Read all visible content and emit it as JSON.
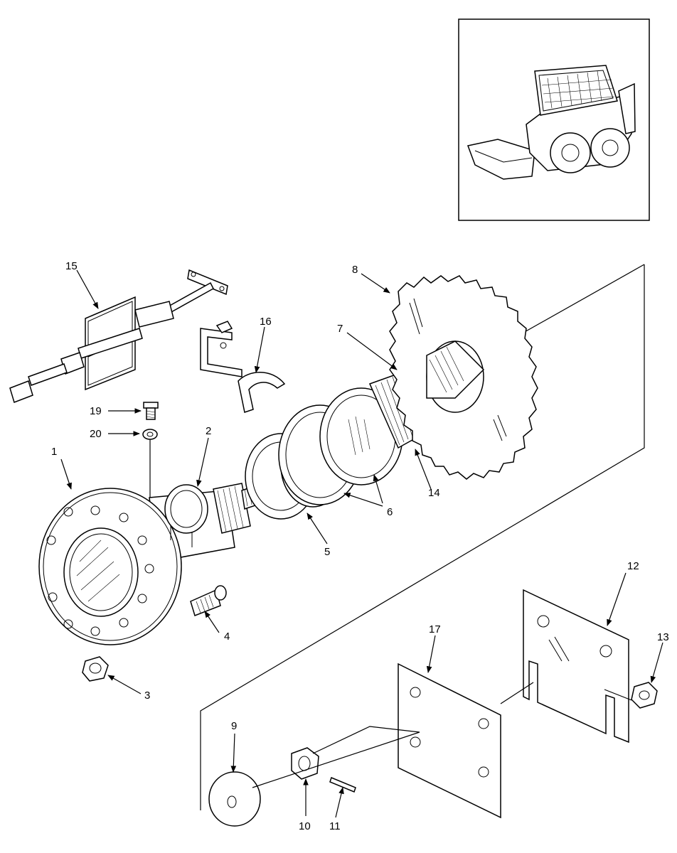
{
  "callouts": [
    {
      "id": "1",
      "text": "1"
    },
    {
      "id": "2",
      "text": "2"
    },
    {
      "id": "3",
      "text": "3"
    },
    {
      "id": "4",
      "text": "4"
    },
    {
      "id": "5",
      "text": "5"
    },
    {
      "id": "6",
      "text": "6"
    },
    {
      "id": "7",
      "text": "7"
    },
    {
      "id": "8",
      "text": "8"
    },
    {
      "id": "9",
      "text": "9"
    },
    {
      "id": "10",
      "text": "10"
    },
    {
      "id": "11",
      "text": "11"
    },
    {
      "id": "12",
      "text": "12"
    },
    {
      "id": "13",
      "text": "13"
    },
    {
      "id": "14",
      "text": "14"
    },
    {
      "id": "15",
      "text": "15"
    },
    {
      "id": "16",
      "text": "16"
    },
    {
      "id": "17",
      "text": "17"
    },
    {
      "id": "19",
      "text": "19"
    },
    {
      "id": "20",
      "text": "20"
    }
  ]
}
